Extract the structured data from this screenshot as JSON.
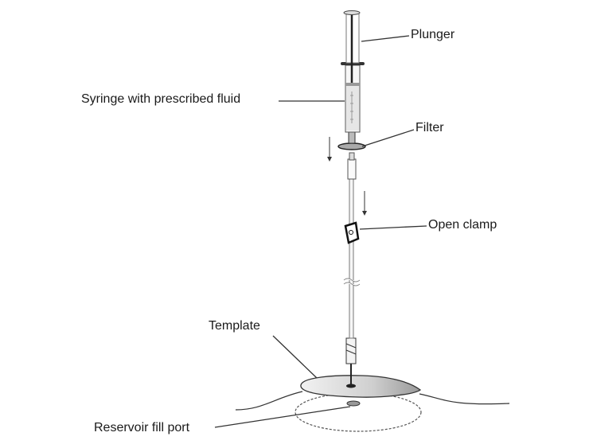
{
  "labels": {
    "plunger": "Plunger",
    "syringe": "Syringe with prescribed fluid",
    "filter": "Filter",
    "clamp": "Open clamp",
    "template": "Template",
    "reservoir": "Reservoir fill port"
  }
}
